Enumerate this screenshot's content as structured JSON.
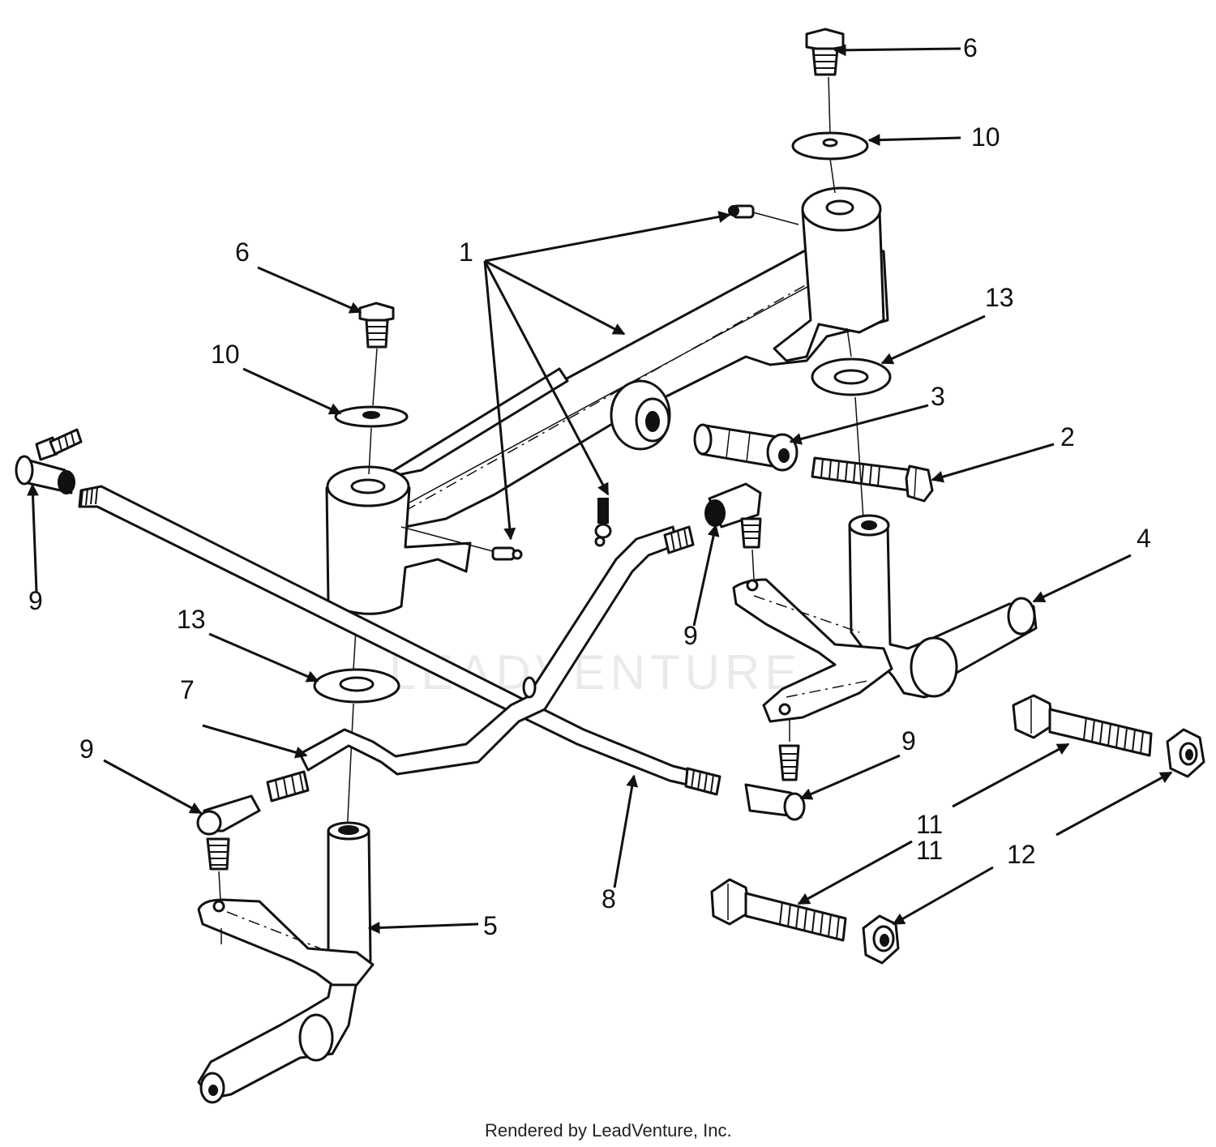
{
  "callouts": {
    "n1": "1",
    "n2": "2",
    "n3": "3",
    "n4": "4",
    "n5": "5",
    "n6a": "6",
    "n6b": "6",
    "n7": "7",
    "n8": "8",
    "n9a": "9",
    "n9b": "9",
    "n9c": "9",
    "n9d": "9",
    "n10a": "10",
    "n10b": "10",
    "n11a": "11",
    "n11b": "11",
    "n12": "12",
    "n13a": "13",
    "n13b": "13"
  },
  "watermark": "LEADVENTURE",
  "footer": "Rendered by LeadVenture, Inc."
}
